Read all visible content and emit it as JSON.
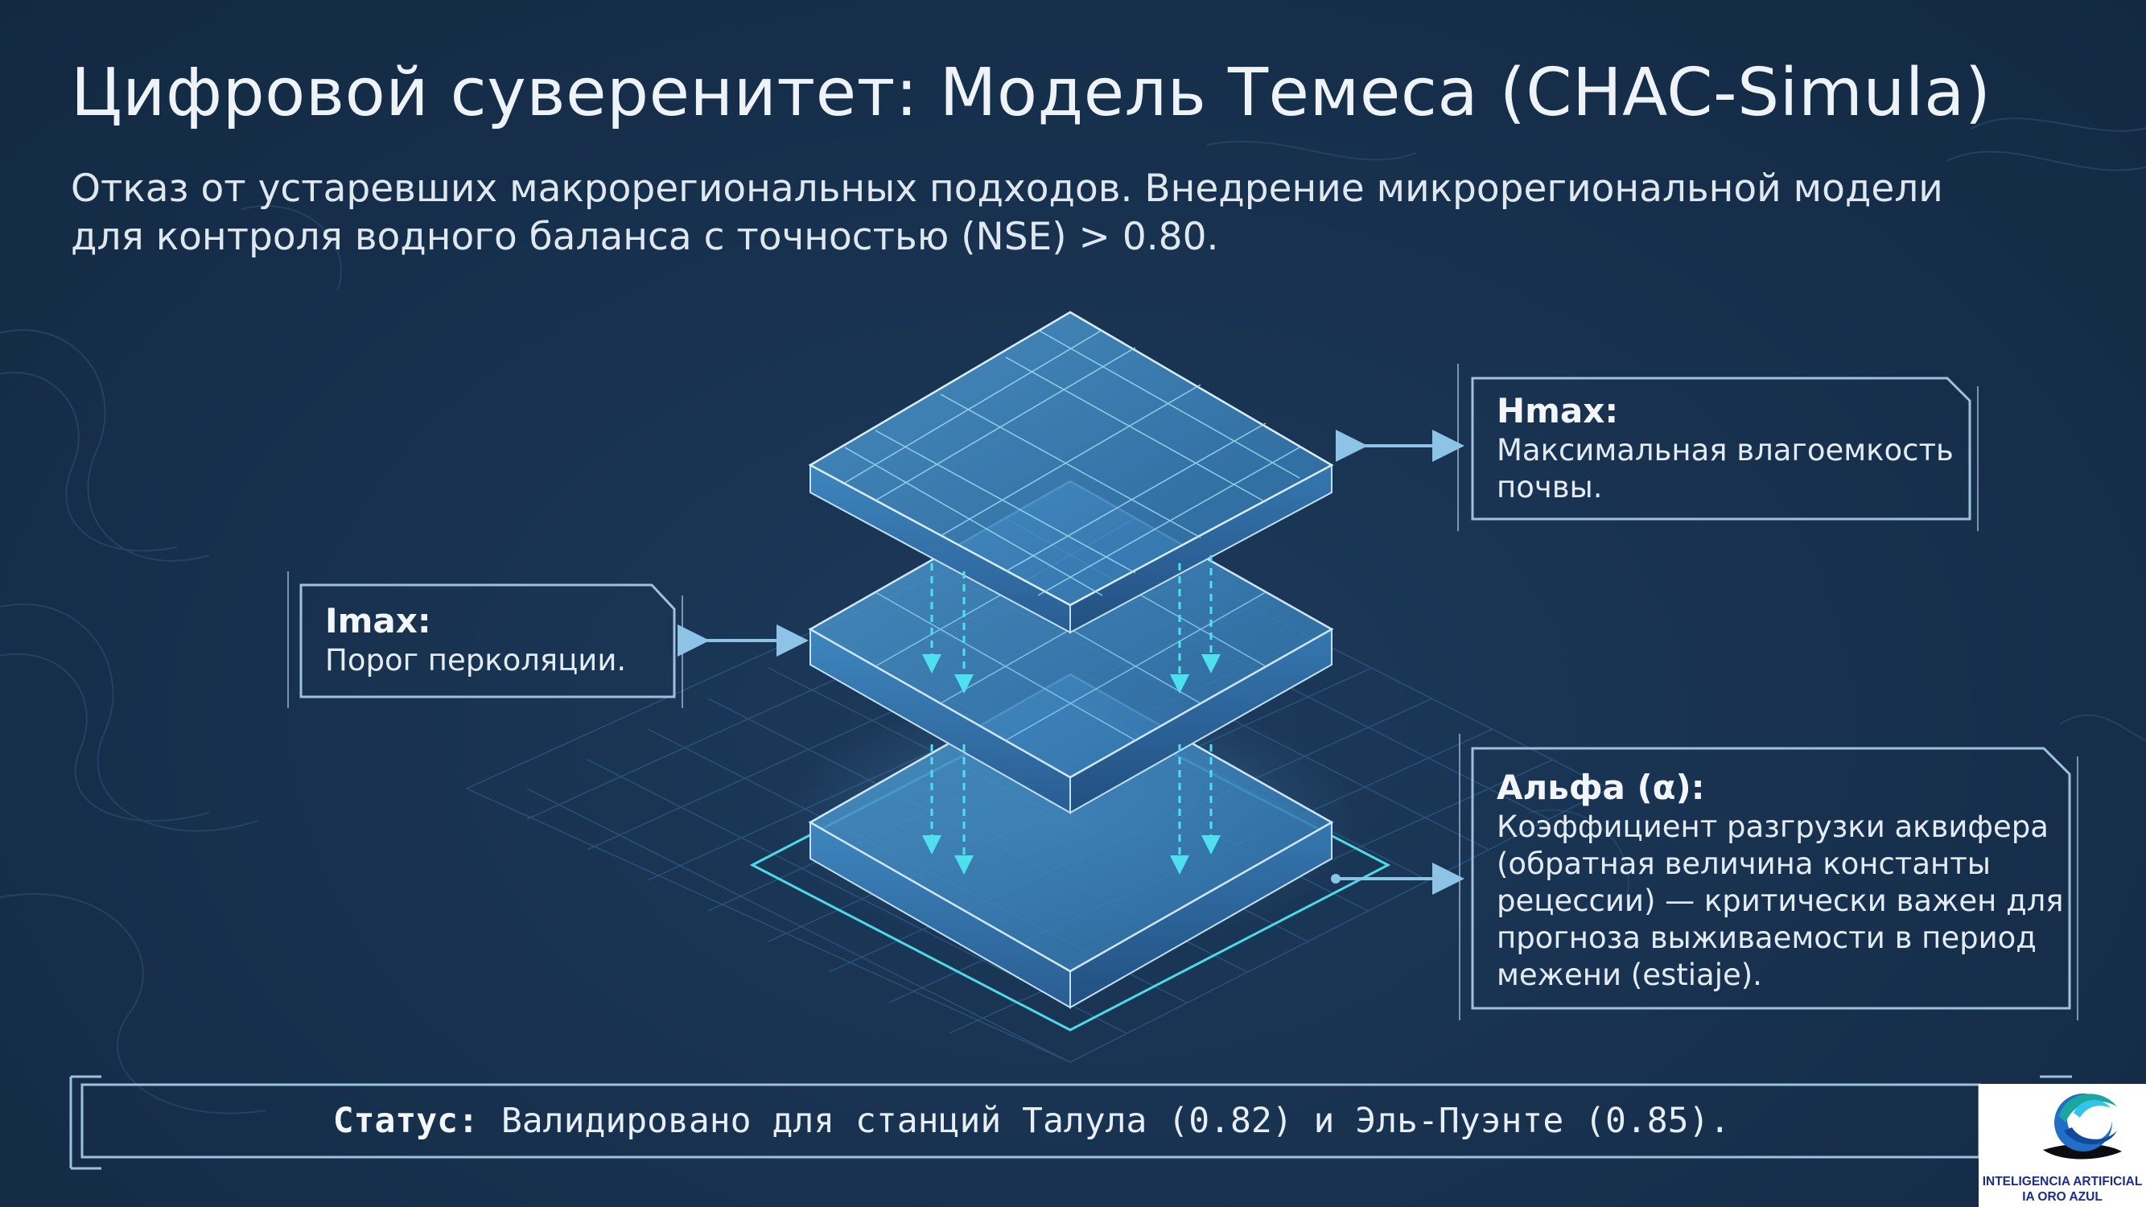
{
  "title": "Цифровой суверенитет: Модель Темеса (CHAC-Simula)",
  "subtitle": [
    "Отказ от устаревших макрорегиональных подходов. Внедрение микрорегиональной модели",
    "для контроля водного баланса с точностью (NSE) > 0.80."
  ],
  "callouts": {
    "hmax": {
      "head": "Hmax:",
      "lines": [
        "Максимальная влагоемкость",
        "почвы."
      ]
    },
    "imax": {
      "head": "Imax:",
      "lines": [
        "Порог перколяции."
      ]
    },
    "alpha": {
      "head": "Альфа (α):",
      "lines": [
        "Коэффициент разгрузки аквифера",
        "(обратная величина константы",
        "рецессии) — критически важен для",
        "прогноза выживаемости в период",
        "межени (estiaje)."
      ]
    }
  },
  "status": {
    "label": "Статус:",
    "text": "Валидировано для станций Талула (0.82) и Эль-Пуэнте (0.85)."
  },
  "logo": {
    "line1": "INTELIGENCIA ARTIFICIAL",
    "line2": "IA ORO AZUL"
  },
  "colors": {
    "background": "#18314e",
    "accent": "#5fd6ea",
    "frame": "#9fc0dc",
    "layer": "#3e88c2"
  },
  "icons": {
    "diagram": "stacked-soil-layers",
    "flow": "dashed-down-arrows",
    "logo": "blue-drop-swirl"
  }
}
